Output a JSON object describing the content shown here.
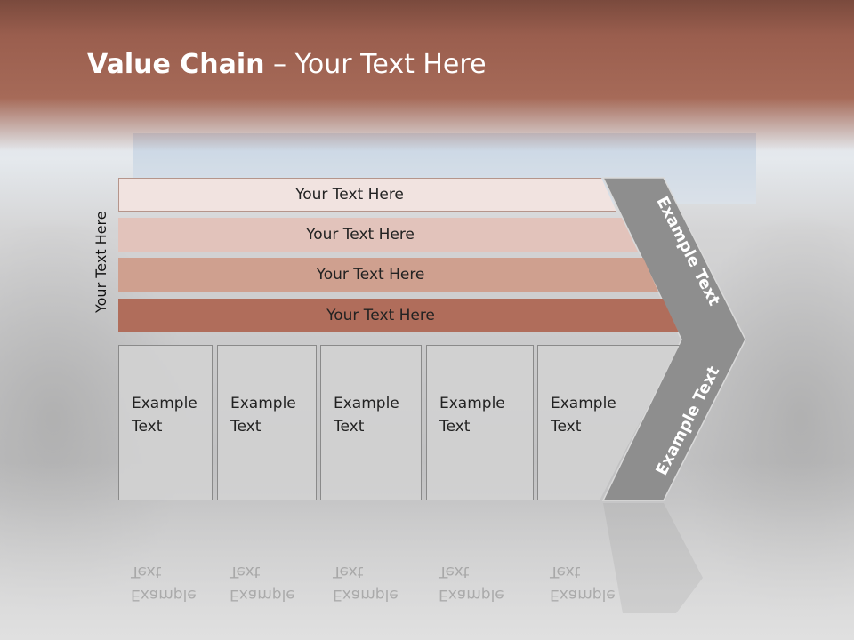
{
  "title": {
    "bold": "Value Chain",
    "rest": " – Your Text Here"
  },
  "side_label": "Your Text Here",
  "bars": [
    {
      "label": "Your Text Here"
    },
    {
      "label": "Your Text Here"
    },
    {
      "label": "Your Text Here"
    },
    {
      "label": "Your Text Here"
    }
  ],
  "cards": [
    {
      "line1": "Example",
      "line2": "Text"
    },
    {
      "line1": "Example",
      "line2": "Text"
    },
    {
      "line1": "Example",
      "line2": "Text"
    },
    {
      "line1": "Example",
      "line2": "Text"
    },
    {
      "line1": "Example",
      "line2": "Text"
    }
  ],
  "arrow": {
    "upper_text": "Example Text",
    "lower_text": "Example Text"
  },
  "colors": {
    "header": "#a66a58",
    "bar1": "#f1e3e0",
    "bar2": "#e2c3bb",
    "bar3": "#cfa08f",
    "bar4": "#b06d5b",
    "arrow": "#8e8e8e"
  }
}
